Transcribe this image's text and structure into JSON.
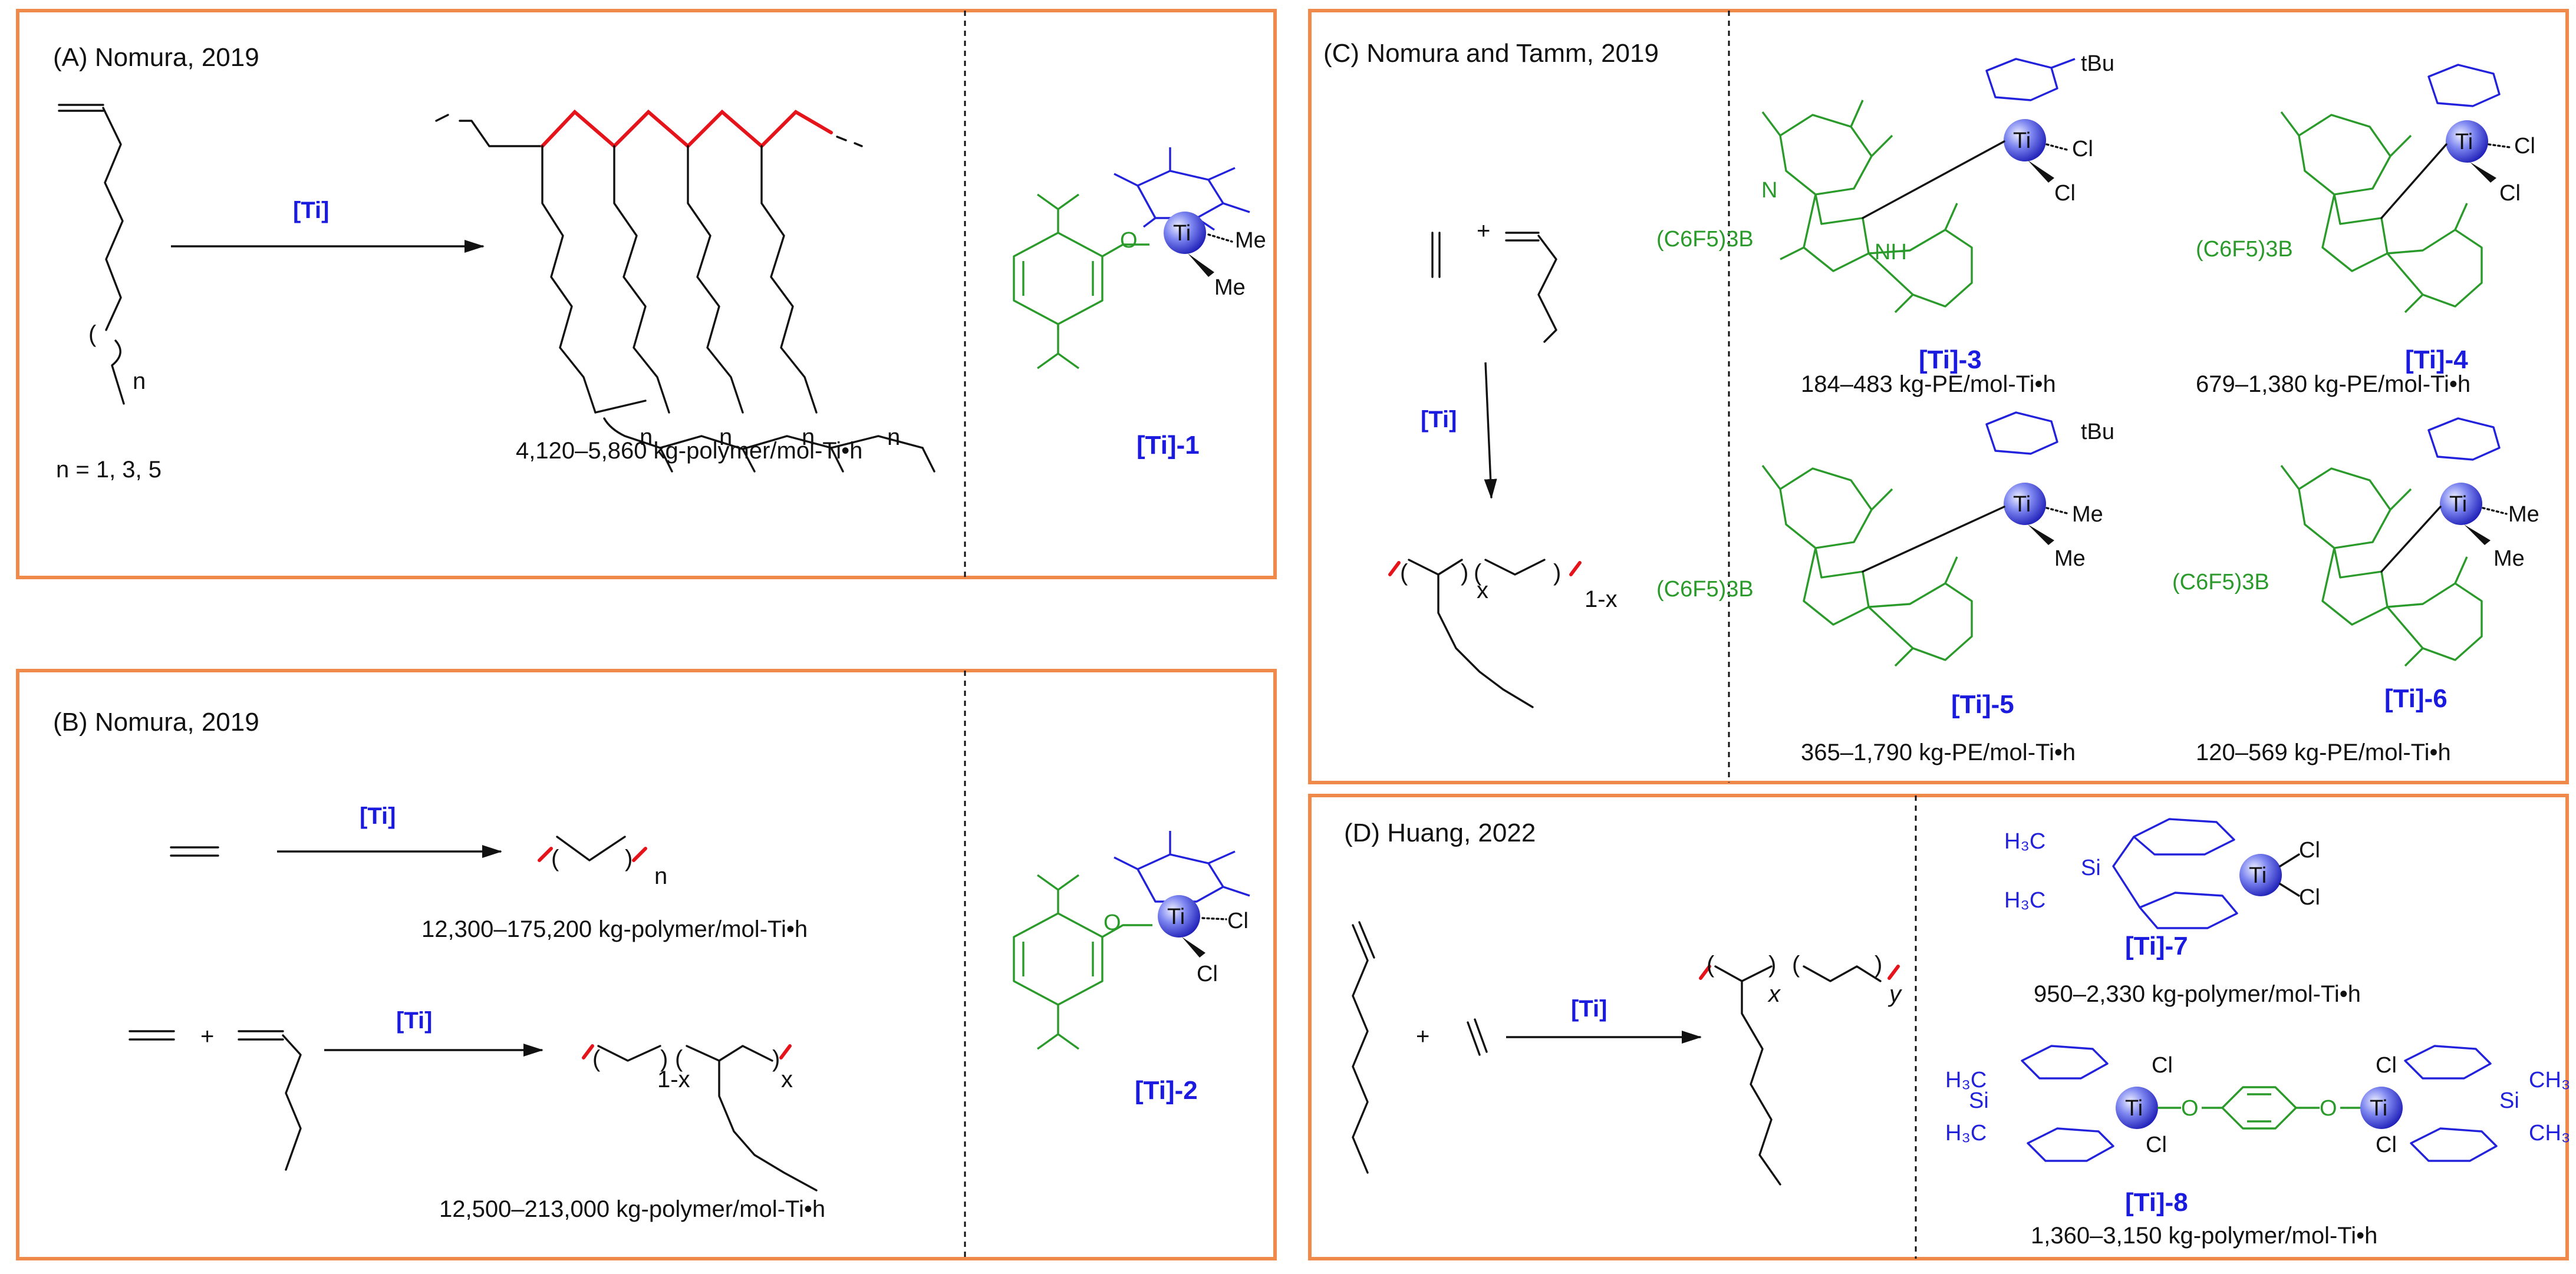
{
  "panels": {
    "A": {
      "title": "(A)  Nomura, 2019",
      "arrow_label": "[Ti]",
      "n_label": "n",
      "n_values": "n = 1, 3, 5",
      "activity": "4,120–5,860 kg-polymer/mol-Ti•h",
      "catalyst": {
        "label": "[Ti]-1",
        "metal": "Ti",
        "ligand1": "Me",
        "ligand2": "Me",
        "o_atom": "O"
      }
    },
    "B": {
      "title": "(B)  Nomura, 2019",
      "arrow_label_1": "[Ti]",
      "arrow_label_2": "[Ti]",
      "plus": "+",
      "n_label": "n",
      "sub_1x": "1-x",
      "sub_x": "x",
      "activity_1": "12,300–175,200 kg-polymer/mol-Ti•h",
      "activity_2": "12,500–213,000 kg-polymer/mol-Ti•h",
      "catalyst": {
        "label": "[Ti]-2",
        "metal": "Ti",
        "ligand1": "Cl",
        "ligand2": "Cl",
        "o_atom": "O"
      }
    },
    "C": {
      "title": "(C)  Nomura and Tamm, 2019",
      "arrow_label": "[Ti]",
      "plus": "+",
      "sub_x": "x",
      "sub_1x": "1-x",
      "borate": "(C6F5)3B",
      "catalysts": [
        {
          "label": "[Ti]-3",
          "cp_sub": "tBu",
          "l1": "Cl",
          "l2": "Cl",
          "activity": "184–483 kg-PE/mol-Ti•h"
        },
        {
          "label": "[Ti]-4",
          "cp_sub": "",
          "l1": "Cl",
          "l2": "Cl",
          "activity": "679–1,380 kg-PE/mol-Ti•h"
        },
        {
          "label": "[Ti]-5",
          "cp_sub": "tBu",
          "l1": "Me",
          "l2": "Me",
          "activity": "365–1,790 kg-PE/mol-Ti•h"
        },
        {
          "label": "[Ti]-6",
          "cp_sub": "",
          "l1": "Me",
          "l2": "Me",
          "activity": "120–569 kg-PE/mol-Ti•h"
        }
      ]
    },
    "D": {
      "title": "(D)  Huang, 2022",
      "arrow_label": "[Ti]",
      "plus": "+",
      "sub_x": "x",
      "sub_y": "y",
      "catalysts": [
        {
          "label": "[Ti]-7",
          "activity": "950–2,330 kg-polymer/mol-Ti•h"
        },
        {
          "label": "[Ti]-8",
          "activity": "1,360–3,150 kg-polymer/mol-Ti•h"
        }
      ]
    }
  },
  "atoms": {
    "N": "N",
    "NH": "NH",
    "Si": "Si",
    "CH3": "CH",
    "H3C": "H",
    "O": "O"
  },
  "colors": {
    "frame": "#f08a4b",
    "red_bond": "#e5141b",
    "ligand_green": "#2a9a2a",
    "cp_blue": "#2222dd",
    "label_blue": "#1b1be0"
  }
}
